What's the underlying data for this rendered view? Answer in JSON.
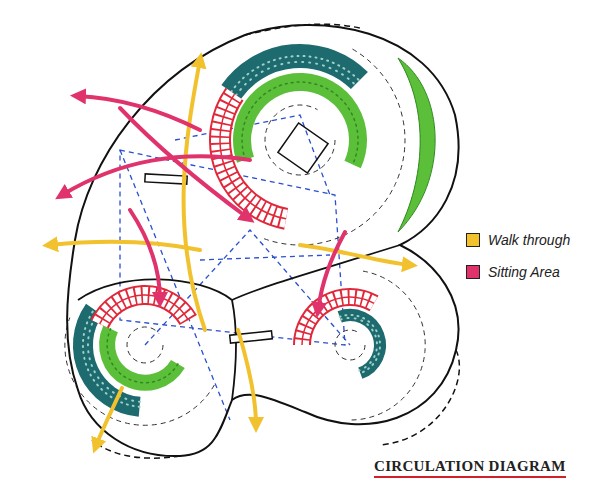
{
  "diagram": {
    "title": "CIRCULATION DIAGRAM",
    "legend": [
      {
        "text": "Walk through",
        "color": "#f2c12e"
      },
      {
        "text": "Sitting Area",
        "color": "#e0336b"
      }
    ]
  }
}
